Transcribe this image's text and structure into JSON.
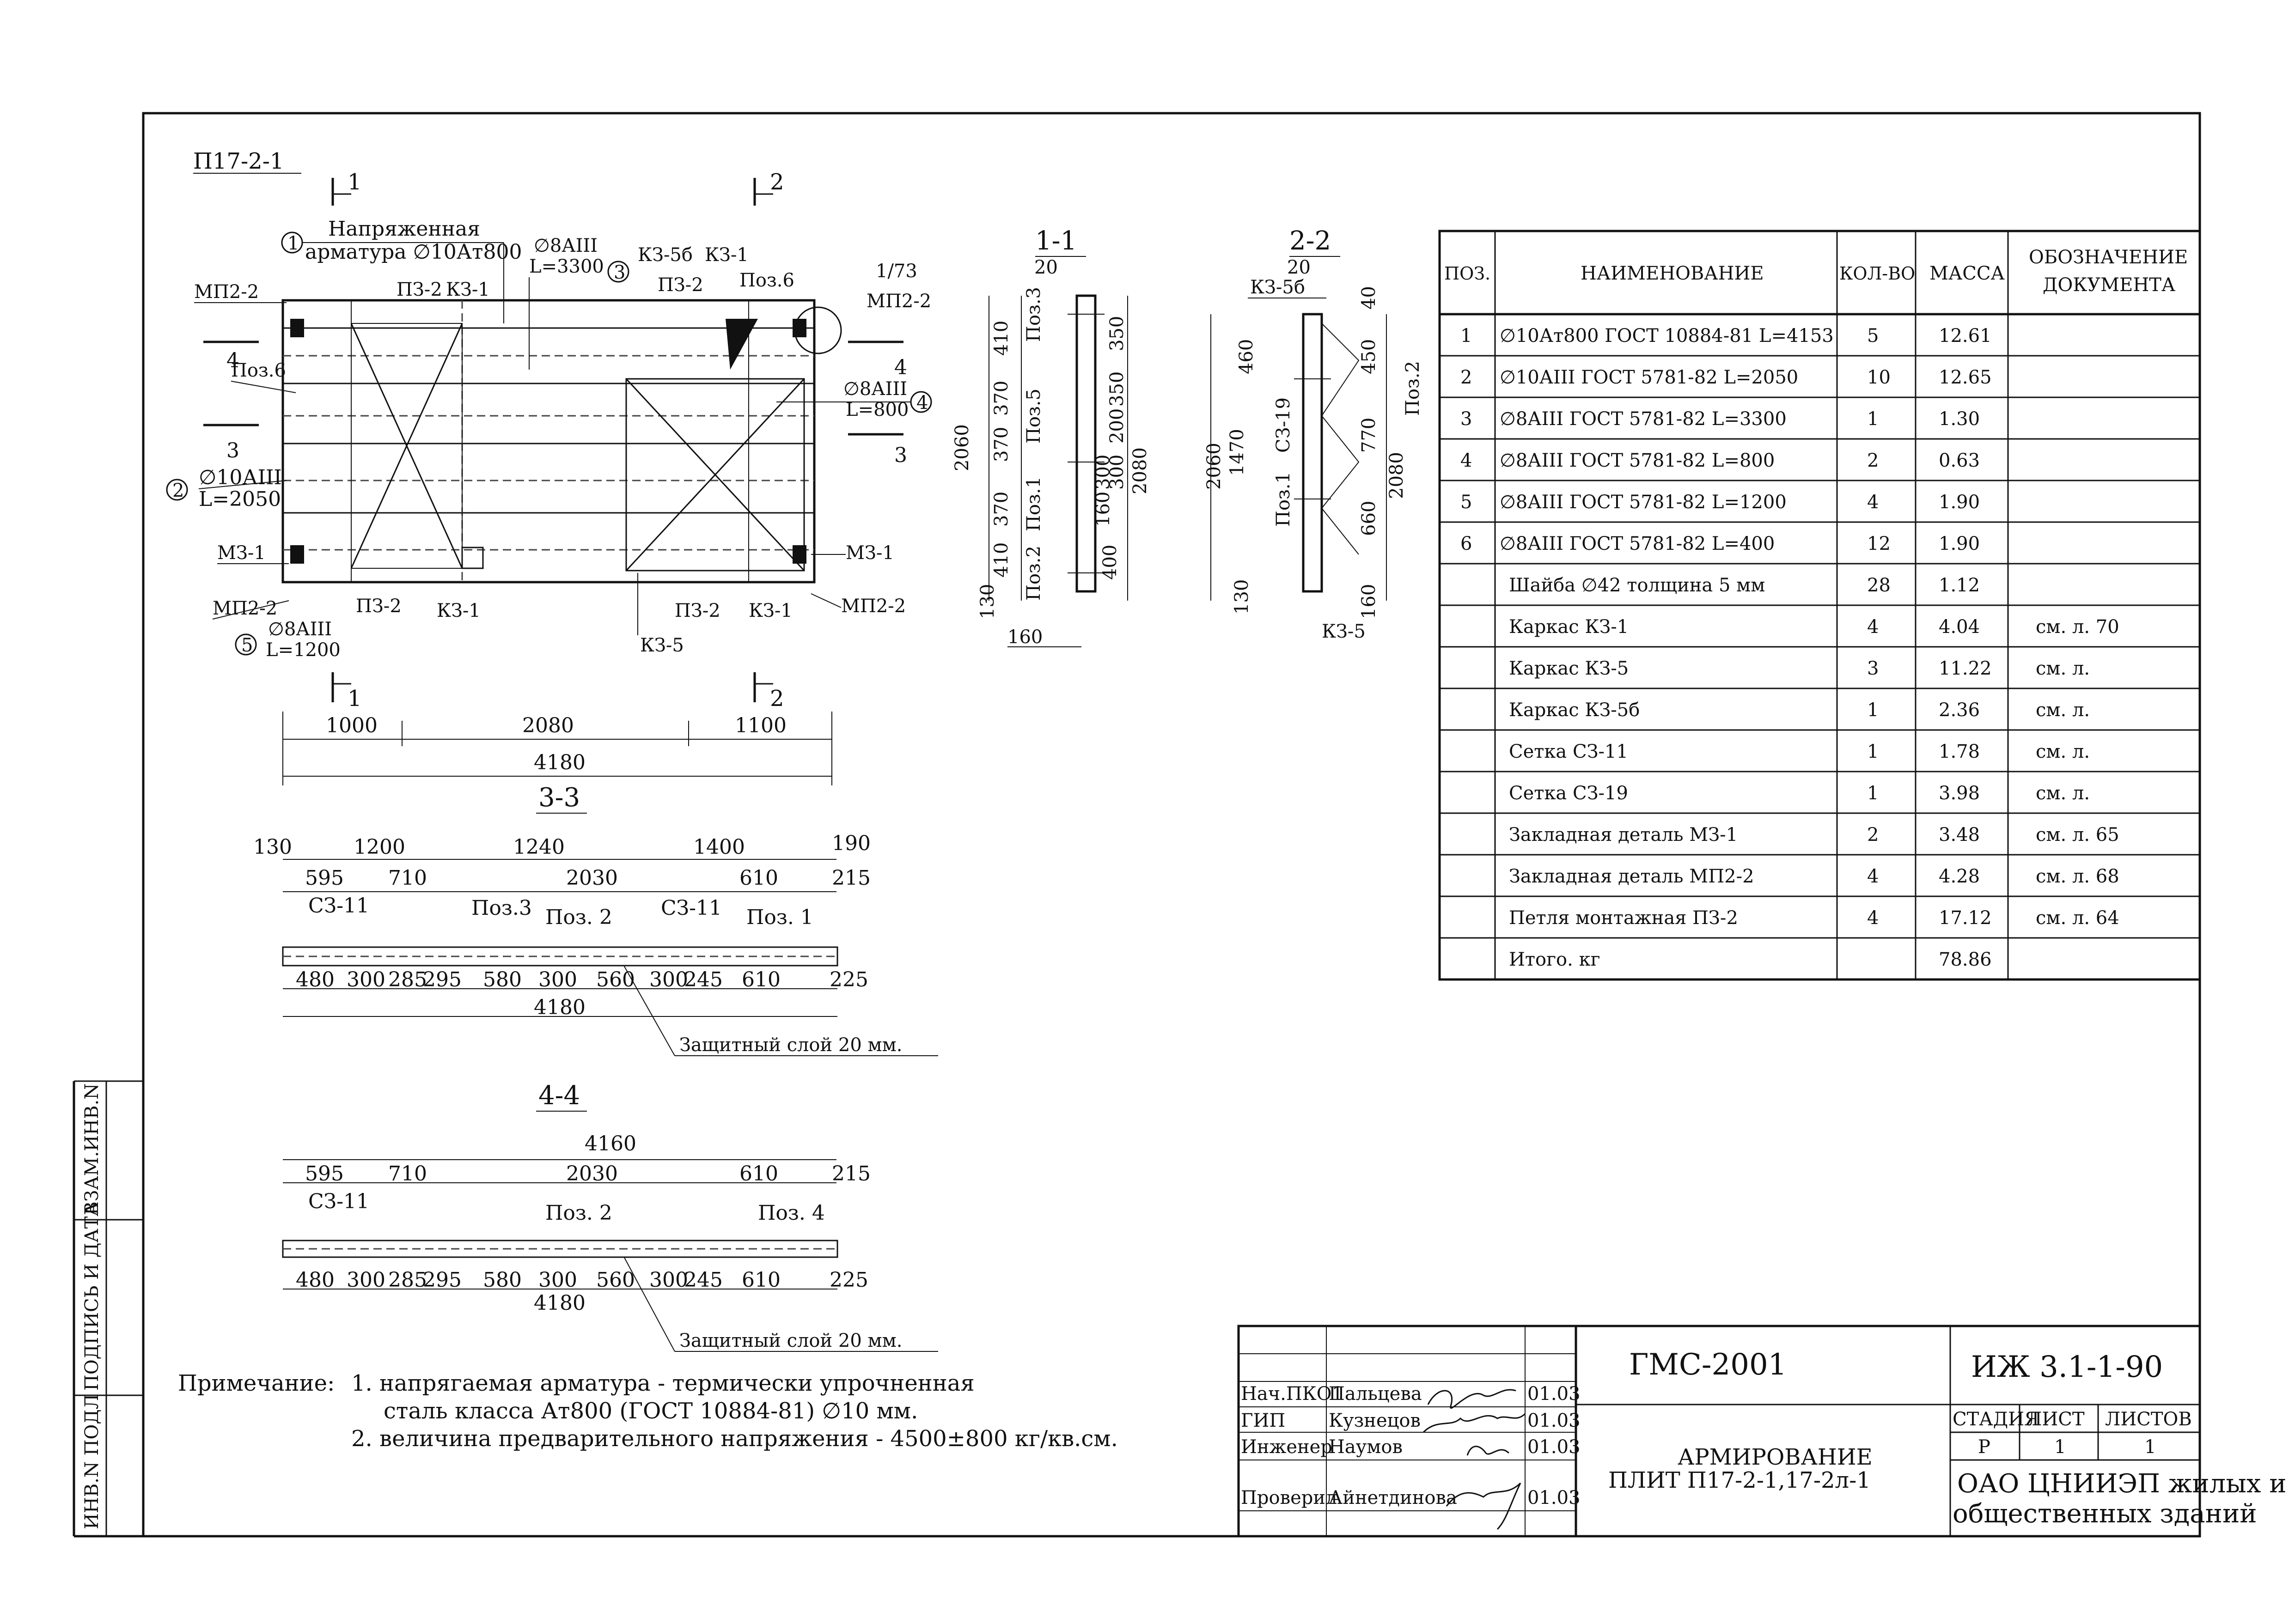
{
  "plan": {
    "title": "П17-2-1",
    "section_mark_1": "1",
    "section_mark_2": "2",
    "callout_1_num": "1",
    "callout_1_text_a": "Напряженная",
    "callout_1_text_b": "арматура ∅10Ат800",
    "callout_2_num": "2",
    "callout_2_text_a": "∅10АIII",
    "callout_2_text_b": "L=2050",
    "callout_3_num": "3",
    "callout_3_text_a": "∅8АIII",
    "callout_3_text_b": "L=3300",
    "callout_4_num": "4",
    "callout_4_text_a": "∅8АIII",
    "callout_4_text_b": "L=800",
    "callout_5_num": "5",
    "callout_5_text_a": "∅8АIII",
    "callout_5_text_b": "L=1200",
    "lbl_mp2_2": "МП2-2",
    "lbl_m3_1": "МЗ-1",
    "lbl_p3_2": "ПЗ-2",
    "lbl_k3_1": "КЗ-1",
    "lbl_k3_5": "КЗ-5",
    "lbl_k3_5b": "КЗ-5б",
    "lbl_poz6": "Поз.6",
    "lbl_173": "1/73",
    "sec_4": "4",
    "sec_3": "3",
    "dims_top": [
      "1000",
      "2080",
      "1100"
    ],
    "dim_total": "4180"
  },
  "section_1_1": {
    "title": "1-1",
    "d20": "20",
    "d130": "130",
    "d160": "160",
    "left_dims": [
      "410",
      "370",
      "370",
      "370",
      "410"
    ],
    "left_total": "2060",
    "right_dims": [
      "350",
      "350",
      "200",
      "300",
      "300",
      "160",
      "400"
    ],
    "right_total": "2080",
    "poz3": "Поз.3",
    "poz5": "Поз.5",
    "poz1": "Поз.1",
    "poz2": "Поз.2"
  },
  "section_2_2": {
    "title": "2-2",
    "d20": "20",
    "k3_5b": "КЗ-5б",
    "d40": "40",
    "d460": "460",
    "d450": "450",
    "d2060": "2060",
    "d1470": "1470",
    "d770": "770",
    "d2080": "2080",
    "c3_19": "СЗ-19",
    "poz1": "Поз.1",
    "poz2": "Поз.2",
    "d660": "660",
    "d130": "130",
    "d160": "160",
    "k3_5": "КЗ-5"
  },
  "section_3_3": {
    "title": "3-3",
    "top_dims": [
      "130",
      "1200",
      "1240",
      "1400",
      "190"
    ],
    "mid_dims": [
      "595",
      "710",
      "2030",
      "610",
      "215"
    ],
    "labels": [
      "СЗ-11",
      "Поз.3",
      "Поз. 2",
      "СЗ-11",
      "Поз. 1"
    ],
    "bot_dims": [
      "480",
      "300",
      "285",
      "295",
      "580",
      "300",
      "560",
      "300",
      "245",
      "610",
      "225"
    ],
    "total": "4180",
    "cover": "Защитный слой 20 мм."
  },
  "section_4_4": {
    "title": "4-4",
    "top_total": "4160",
    "mid_dims": [
      "595",
      "710",
      "2030",
      "610",
      "215"
    ],
    "labels": [
      "СЗ-11",
      "Поз. 2",
      "Поз. 4"
    ],
    "bot_dims": [
      "480",
      "300",
      "285",
      "295",
      "580",
      "300",
      "560",
      "300",
      "245",
      "610",
      "225"
    ],
    "total": "4180",
    "cover": "Защитный слой 20 мм."
  },
  "spec": {
    "headers": [
      "ПОЗ.",
      "НАИМЕНОВАНИЕ",
      "КОЛ-ВО",
      "МАССА",
      "ОБОЗНАЧЕНИЕ ДОКУМЕНТА"
    ],
    "header_doc_a": "ОБОЗНАЧЕНИЕ",
    "header_doc_b": "ДОКУМЕНТА",
    "rows": [
      {
        "pos": "1",
        "name": "∅10Ат800 ГОСТ  10884-81 L=4153",
        "qty": "5",
        "mass": "12.61",
        "doc": ""
      },
      {
        "pos": "2",
        "name": "∅10АIII   ГОСТ  5781-82  L=2050",
        "qty": "10",
        "mass": "12.65",
        "doc": ""
      },
      {
        "pos": "3",
        "name": "∅8АIII    ГОСТ  5781-82  L=3300",
        "qty": "1",
        "mass": "1.30",
        "doc": ""
      },
      {
        "pos": "4",
        "name": "∅8АIII    ГОСТ  5781-82   L=800",
        "qty": "2",
        "mass": "0.63",
        "doc": ""
      },
      {
        "pos": "5",
        "name": "∅8АIII    ГОСТ  5781-82  L=1200",
        "qty": "4",
        "mass": "1.90",
        "doc": ""
      },
      {
        "pos": "6",
        "name": "∅8АIII    ГОСТ  5781-82   L=400",
        "qty": "12",
        "mass": "1.90",
        "doc": ""
      },
      {
        "pos": "",
        "name": "Шайба ∅42 толщина 5 мм",
        "qty": "28",
        "mass": "1.12",
        "doc": ""
      },
      {
        "pos": "",
        "name": "Каркас КЗ-1",
        "qty": "4",
        "mass": "4.04",
        "doc": "см. л. 70"
      },
      {
        "pos": "",
        "name": "Каркас КЗ-5",
        "qty": "3",
        "mass": "11.22",
        "doc": "см. л."
      },
      {
        "pos": "",
        "name": "Каркас КЗ-5б",
        "qty": "1",
        "mass": "2.36",
        "doc": "см. л."
      },
      {
        "pos": "",
        "name": "Сетка СЗ-11",
        "qty": "1",
        "mass": "1.78",
        "doc": "см. л."
      },
      {
        "pos": "",
        "name": "Сетка СЗ-19",
        "qty": "1",
        "mass": "3.98",
        "doc": "см. л."
      },
      {
        "pos": "",
        "name": "Закладная деталь МЗ-1",
        "qty": "2",
        "mass": "3.48",
        "doc": "см. л. 65"
      },
      {
        "pos": "",
        "name": "Закладная деталь МП2-2",
        "qty": "4",
        "mass": "4.28",
        "doc": "см. л. 68"
      },
      {
        "pos": "",
        "name": "Петля монтажная ПЗ-2",
        "qty": "4",
        "mass": "17.12",
        "doc": "см. л. 64"
      },
      {
        "pos": "",
        "name": "Итого. кг",
        "qty": "",
        "mass": "78.86",
        "doc": ""
      }
    ]
  },
  "notes": {
    "label": "Примечание:",
    "line1": "1. напрягаемая арматура - термически упрочненная",
    "line1b": "сталь класса Ат800 (ГОСТ 10884-81) ∅10 мм.",
    "line2": "2. величина предварительного напряжения - 4500±800 кг/кв.см."
  },
  "side_stamp": {
    "inv_podl": "ИНВ.N ПОДЛ",
    "podpis": "ПОДПИСЬ И ДАТА",
    "vzam": "ВЗАМ.ИНВ.N"
  },
  "title_block": {
    "org_code": "ГМС-2001",
    "doc_code": "ИЖ 3.1-1-90",
    "title_a": "АРМИРОВАНИЕ",
    "title_b": "ПЛИТ П17-2-1,17-2л-1",
    "stage_h": "СТАДИЯ",
    "sheet_h": "ЛИСТ",
    "sheets_h": "ЛИСТОВ",
    "stage": "Р",
    "sheet": "1",
    "sheets": "1",
    "org_a": "ОАО ЦНИИЭП жилых и",
    "org_b": "общественных зданий",
    "people": [
      {
        "role": "Нач.ПКО1",
        "name": "Пальцева",
        "date": "01.03"
      },
      {
        "role": "ГИП",
        "name": "Кузнецов",
        "date": "01.03"
      },
      {
        "role": "Инженер",
        "name": "Наумов",
        "date": "01.03"
      },
      {
        "role": "Проверил",
        "name": "Айнетдинова",
        "date": "01.03"
      }
    ]
  }
}
